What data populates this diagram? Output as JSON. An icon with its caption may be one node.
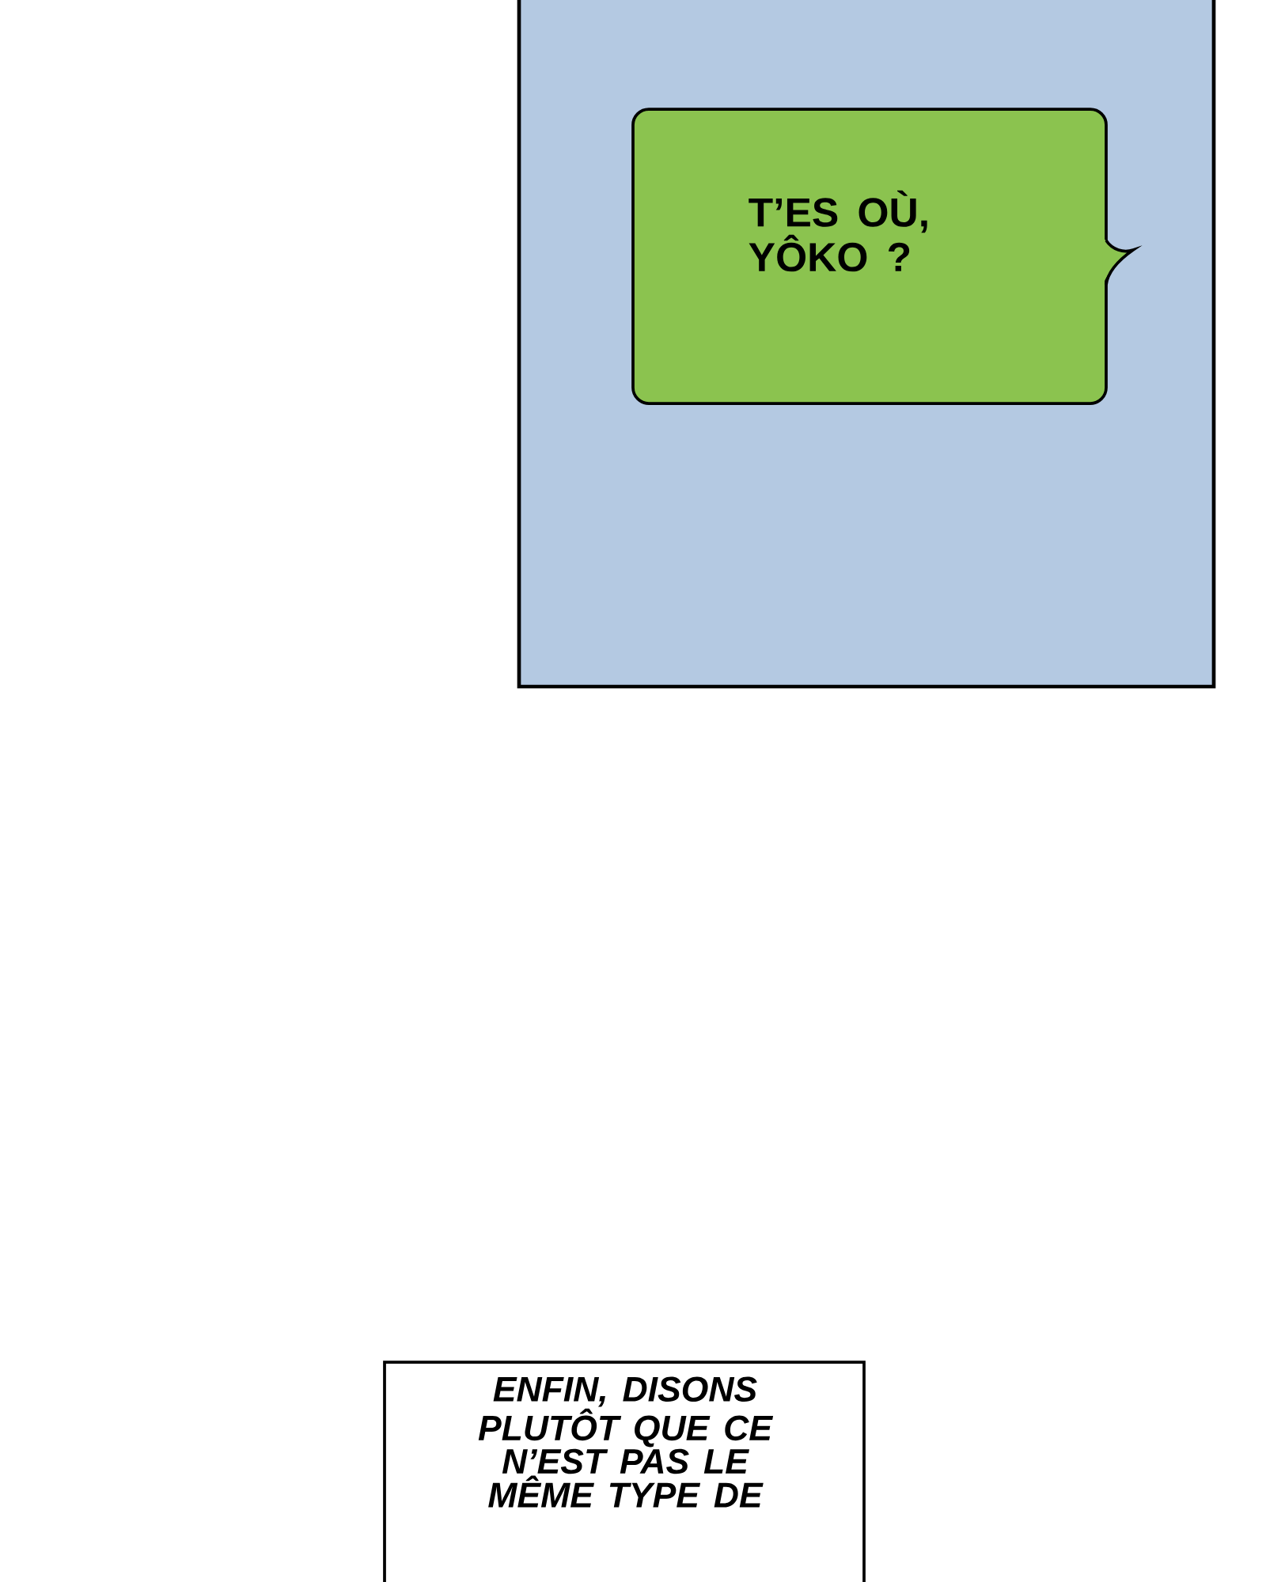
{
  "diagram": {
    "nodes": [
      {
        "text": [],
        "shape": "box"
      },
      {
        "text": [
          "T’ES OÙ, YÔKO ?"
        ],
        "in": 0
      },
      {
        "text": [
          "ENFIN, DISONS PLUTÔT QUE CE N’EST PAS LE MÊME TYPE DE"
        ]
      }
    ]
  }
}
